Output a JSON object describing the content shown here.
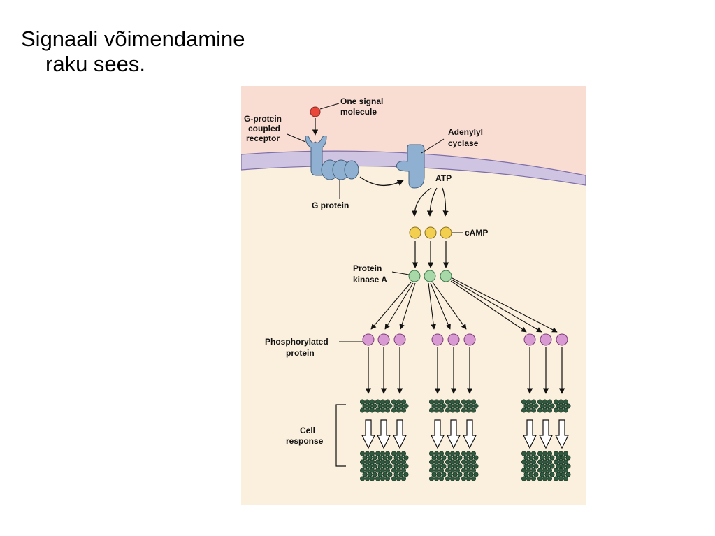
{
  "slide": {
    "title_line1": "Signaali võimendamine",
    "title_line2": "raku sees."
  },
  "labels": {
    "signal_l1": "One signal",
    "signal_l2": "molecule",
    "gpcr_l1": "G-protein",
    "gpcr_l2": "coupled",
    "gpcr_l3": "receptor",
    "adenylyl_l1": "Adenylyl",
    "adenylyl_l2": "cyclase",
    "atp": "ATP",
    "gprotein": "G protein",
    "camp": "cAMP",
    "pka_l1": "Protein",
    "pka_l2": "kinase A",
    "phos_l1": "Phosphorylated",
    "phos_l2": "protein",
    "cell_l1": "Cell",
    "cell_l2": "response"
  },
  "colors": {
    "extracellular": "#f9dcd2",
    "cytoplasm": "#fbf0dd",
    "membrane": "#cfc4e2",
    "receptor": "#8fb0d0",
    "signal": "#e8473a",
    "camp": "#f2cf4e",
    "pka": "#a8d8a8",
    "phos_protein": "#d99ad4",
    "response": "#2f5a40"
  }
}
